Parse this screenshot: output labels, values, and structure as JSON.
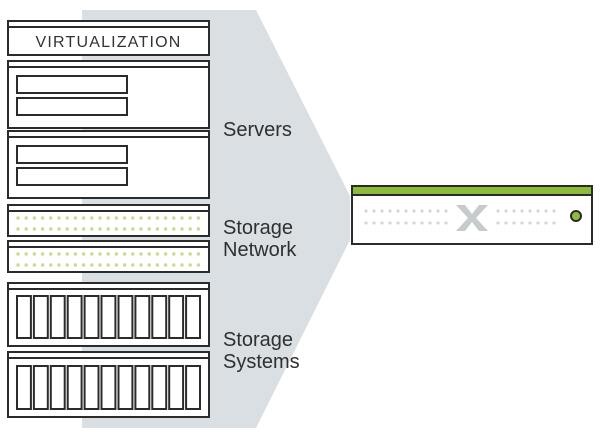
{
  "colors": {
    "background": "#ffffff",
    "funnel": "#d9dfe3",
    "stroke": "#2b2b2b",
    "rack_fill": "#ffffff",
    "green_accent": "#8dbb3c",
    "green_dot": "#c8dc8d",
    "grey_dot": "#d2d6d9",
    "logo_grey": "#c6cbce"
  },
  "labels": {
    "virtualization": "VIRTUALIZATION",
    "servers": "Servers",
    "storage_network_line1": "Storage",
    "storage_network_line2": "Network",
    "storage_systems_line1": "Storage",
    "storage_systems_line2": "Systems"
  },
  "icons": {
    "appliance_logo": "x-logo-icon",
    "appliance_status_led": "status-led-icon"
  },
  "stack": {
    "server_unit_count": 2,
    "network_switch_count": 2,
    "storage_array_count": 2,
    "drives_per_array": 11
  }
}
